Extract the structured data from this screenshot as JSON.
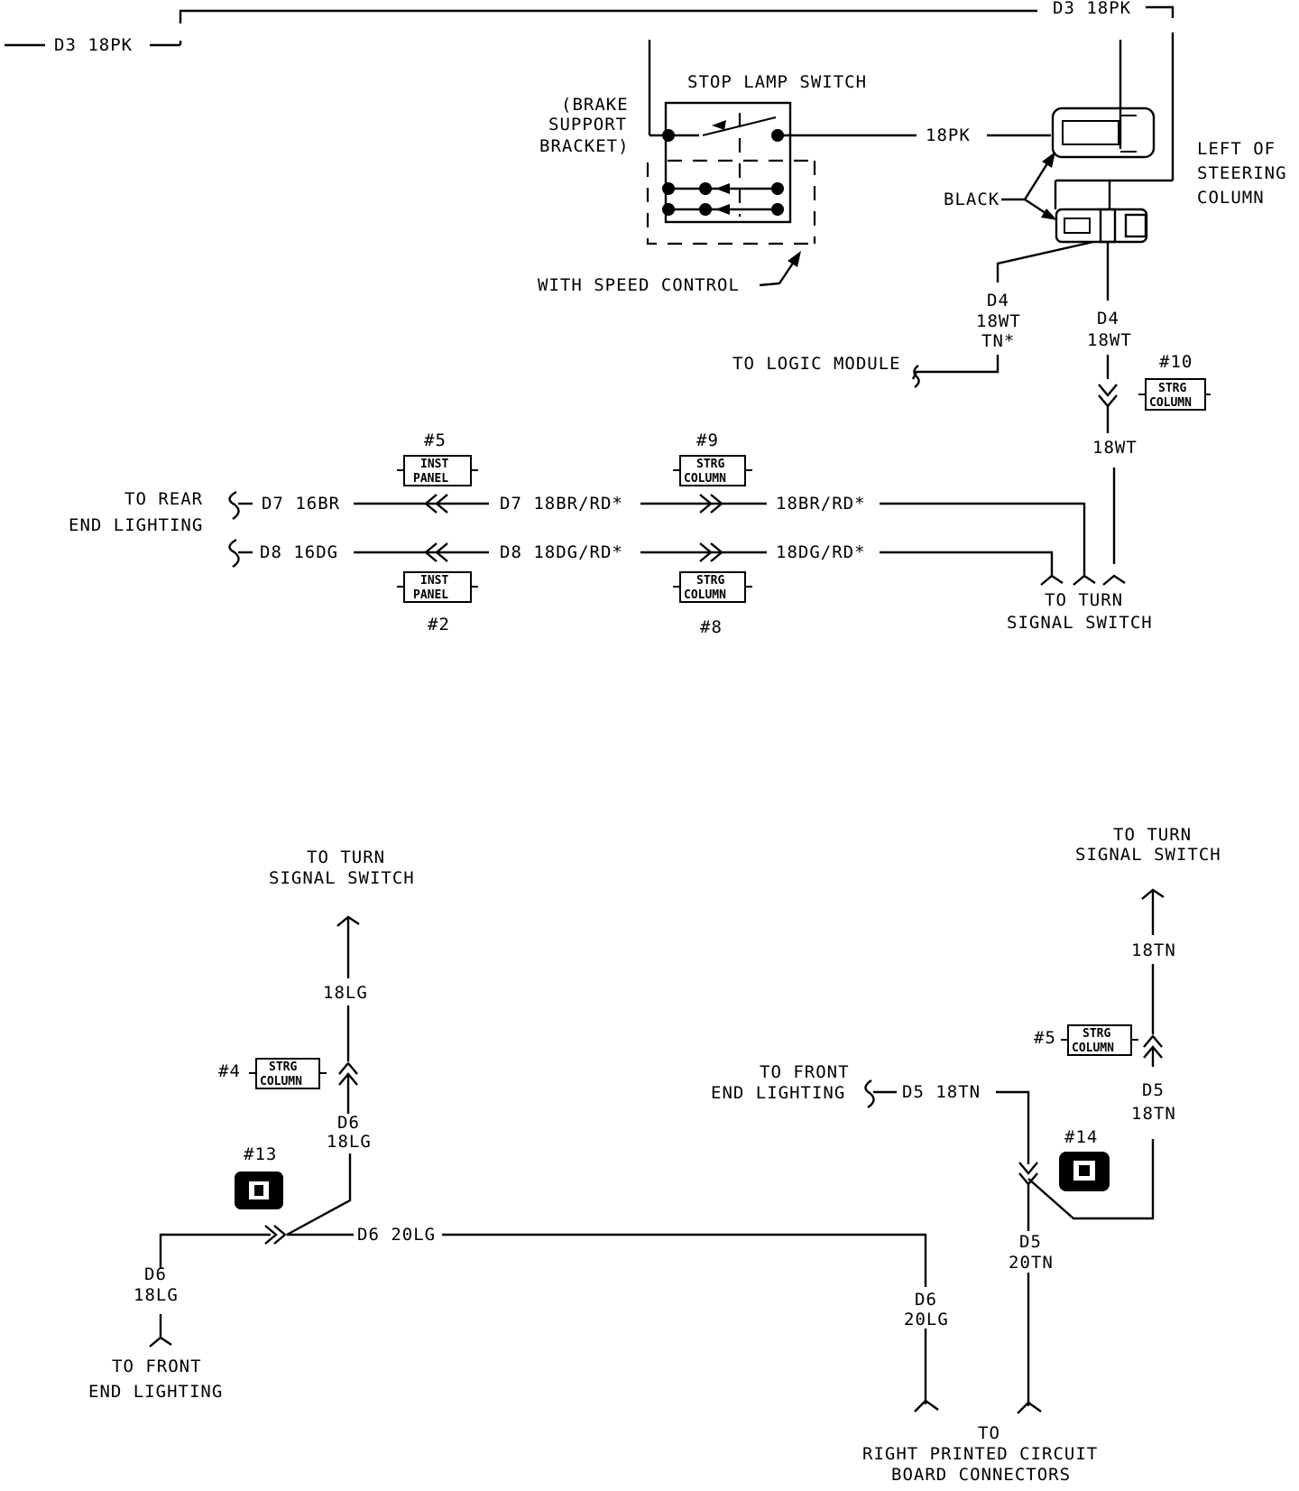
{
  "top": {
    "d3_left": "D3 18PK",
    "d3_right": "D3 18PK",
    "stop_lamp_switch": "STOP LAMP SWITCH",
    "brake_support": [
      "(BRAKE",
      "SUPPORT",
      "BRACKET)"
    ],
    "pk_18": "18PK",
    "left_of_steering": [
      "LEFT OF",
      "STEERING",
      "COLUMN"
    ],
    "black": "BLACK",
    "speed_control": "WITH SPEED CONTROL",
    "d4_left": [
      "D4",
      "18WT",
      "TN*"
    ],
    "d4_right": [
      "D4",
      "18WT"
    ],
    "logic_module": "TO LOGIC MODULE",
    "c10": "#10",
    "c10_box": [
      "STRG",
      "COLUMN"
    ],
    "wt_18": "18WT",
    "c5": "#5",
    "c5_box": [
      "INST",
      "PANEL"
    ],
    "c9": "#9",
    "c9_box": [
      "STRG",
      "COLUMN"
    ],
    "rear_lighting": [
      "TO REAR",
      "END LIGHTING"
    ],
    "d7_16br": "D7 16BR",
    "d7_18br": "D7 18BR/RD*",
    "br_rd": "18BR/RD*",
    "d8_16dg": "D8 16DG",
    "d8_18dg": "D8 18DG/RD*",
    "dg_rd": "18DG/RD*",
    "c2_box": [
      "INST",
      "PANEL"
    ],
    "c2": "#2",
    "c8_box": [
      "STRG",
      "COLUMN"
    ],
    "c8": "#8",
    "turn_signal": [
      "TO TURN",
      "SIGNAL SWITCH"
    ]
  },
  "bottom_left": {
    "turn_signal": [
      "TO TURN",
      "SIGNAL SWITCH"
    ],
    "lg_18": "18LG",
    "c4": "#4",
    "c4_box": [
      "STRG",
      "COLUMN"
    ],
    "d6_18lg_upper": [
      "D6",
      "18LG"
    ],
    "c13": "#13",
    "d6_20lg": "D6 20LG",
    "d6_18lg_lower": [
      "D6",
      "18LG"
    ],
    "front_lighting": [
      "TO FRONT",
      "END LIGHTING"
    ],
    "d6_20lg_vert": [
      "D6",
      "20LG"
    ]
  },
  "bottom_right": {
    "turn_signal": [
      "TO TURN",
      "SIGNAL SWITCH"
    ],
    "tn_18": "18TN",
    "c5": "#5",
    "c5_box": [
      "STRG",
      "COLUMN"
    ],
    "front_lighting": [
      "TO FRONT",
      "END LIGHTING"
    ],
    "d5_18tn": "D5 18TN",
    "d5_right": [
      "D5",
      "18TN"
    ],
    "c14": "#14",
    "d5_20tn": [
      "D5",
      "20TN"
    ],
    "pcb": [
      "TO",
      "RIGHT PRINTED CIRCUIT",
      "BOARD CONNECTORS"
    ]
  }
}
